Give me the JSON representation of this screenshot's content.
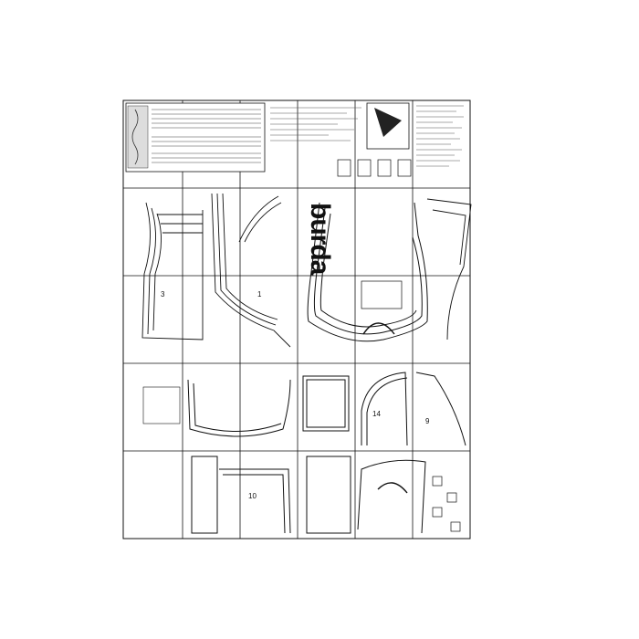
{
  "brand": {
    "name": "burda"
  },
  "sheet": {
    "columns": 6,
    "rows": 5,
    "piece_numbers": [
      {
        "id": "3",
        "label": "3"
      },
      {
        "id": "1",
        "label": "1"
      },
      {
        "id": "14",
        "label": "14"
      },
      {
        "id": "9",
        "label": "9"
      },
      {
        "id": "10",
        "label": "10"
      }
    ]
  },
  "colors": {
    "line": "#111111",
    "paper": "#ffffff",
    "accent": "#cc2222"
  }
}
